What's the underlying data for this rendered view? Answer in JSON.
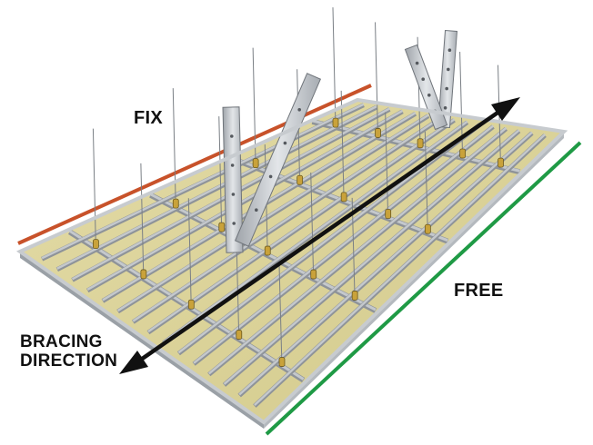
{
  "labels": {
    "fix": "FIX",
    "free": "FREE",
    "bracing_line1": "BRACING",
    "bracing_line2": "DIRECTION"
  },
  "colors": {
    "fix_edge": "#c8522a",
    "free_edge": "#1f9a45",
    "board": "#dcd49a",
    "metal": "#c9ccd0",
    "arrow": "#111111",
    "hanger": "#c9a23a"
  },
  "icons": {
    "arrow": "double-headed-arrow-icon",
    "hanger": "hanger-clip-icon"
  }
}
